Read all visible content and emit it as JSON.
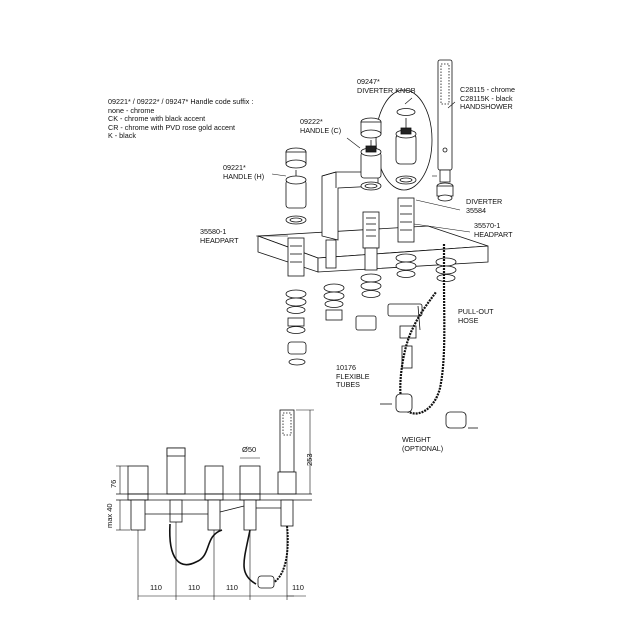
{
  "suffix_note": {
    "line1": "09221* / 09222* / 09247* Handle code suffix :",
    "line2": "none - chrome",
    "line3": "CK - chrome with black accent",
    "line4": "CR - chrome with PVD rose gold accent",
    "line5": "K - black"
  },
  "labels": {
    "diverter_knob": [
      "09247*",
      "DIVERTER KNOB"
    ],
    "handshower": [
      "C28115 - chrome",
      "C28115K - black",
      "HANDSHOWER"
    ],
    "handle_c": [
      "09222*",
      "HANDLE (C)"
    ],
    "handle_h": [
      "09221*",
      "HANDLE (H)"
    ],
    "diverter": [
      "DIVERTER",
      "35584"
    ],
    "headpart_left": [
      "35580-1",
      "HEADPART"
    ],
    "headpart_right": [
      "35570-1",
      "HEADPART"
    ],
    "pullout_hose": [
      "PULL-OUT",
      "HOSE"
    ],
    "flexible_tubes": [
      "10176",
      "FLEXIBLE",
      "TUBES"
    ],
    "weight": [
      "WEIGHT",
      "(OPTIONAL)"
    ]
  },
  "dimensions": {
    "height_253": "253",
    "height_76": "76",
    "max_40": "max 40",
    "diameter": "Ø50",
    "spacing": [
      "110",
      "110",
      "110",
      "110"
    ]
  }
}
